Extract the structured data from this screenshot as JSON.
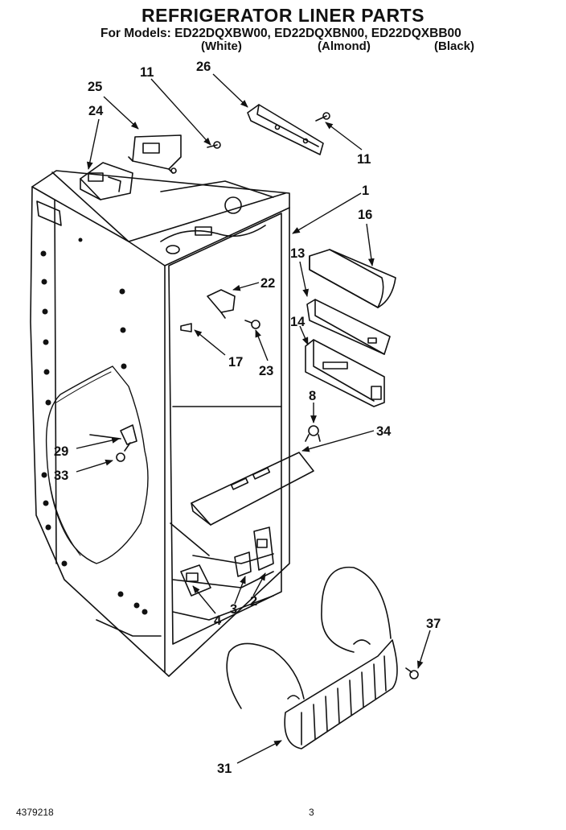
{
  "header": {
    "title": "REFRIGERATOR LINER PARTS",
    "models_line": "For Models: ED22DQXBW00,  ED22DQXBN00,  ED22DQXBB00",
    "variants": [
      "(White)",
      "(Almond)",
      "(Black)"
    ]
  },
  "callouts": {
    "c1": "1",
    "c2": "2",
    "c3": "3",
    "c4": "4",
    "c8": "8",
    "c11a": "11",
    "c11b": "11",
    "c13": "13",
    "c14": "14",
    "c16": "16",
    "c17": "17",
    "c22": "22",
    "c23": "23",
    "c24": "24",
    "c25": "25",
    "c26": "26",
    "c29": "29",
    "c31": "31",
    "c33": "33",
    "c34": "34",
    "c37": "37"
  },
  "footer": {
    "doc_number": "4379218",
    "page_number": "3"
  }
}
